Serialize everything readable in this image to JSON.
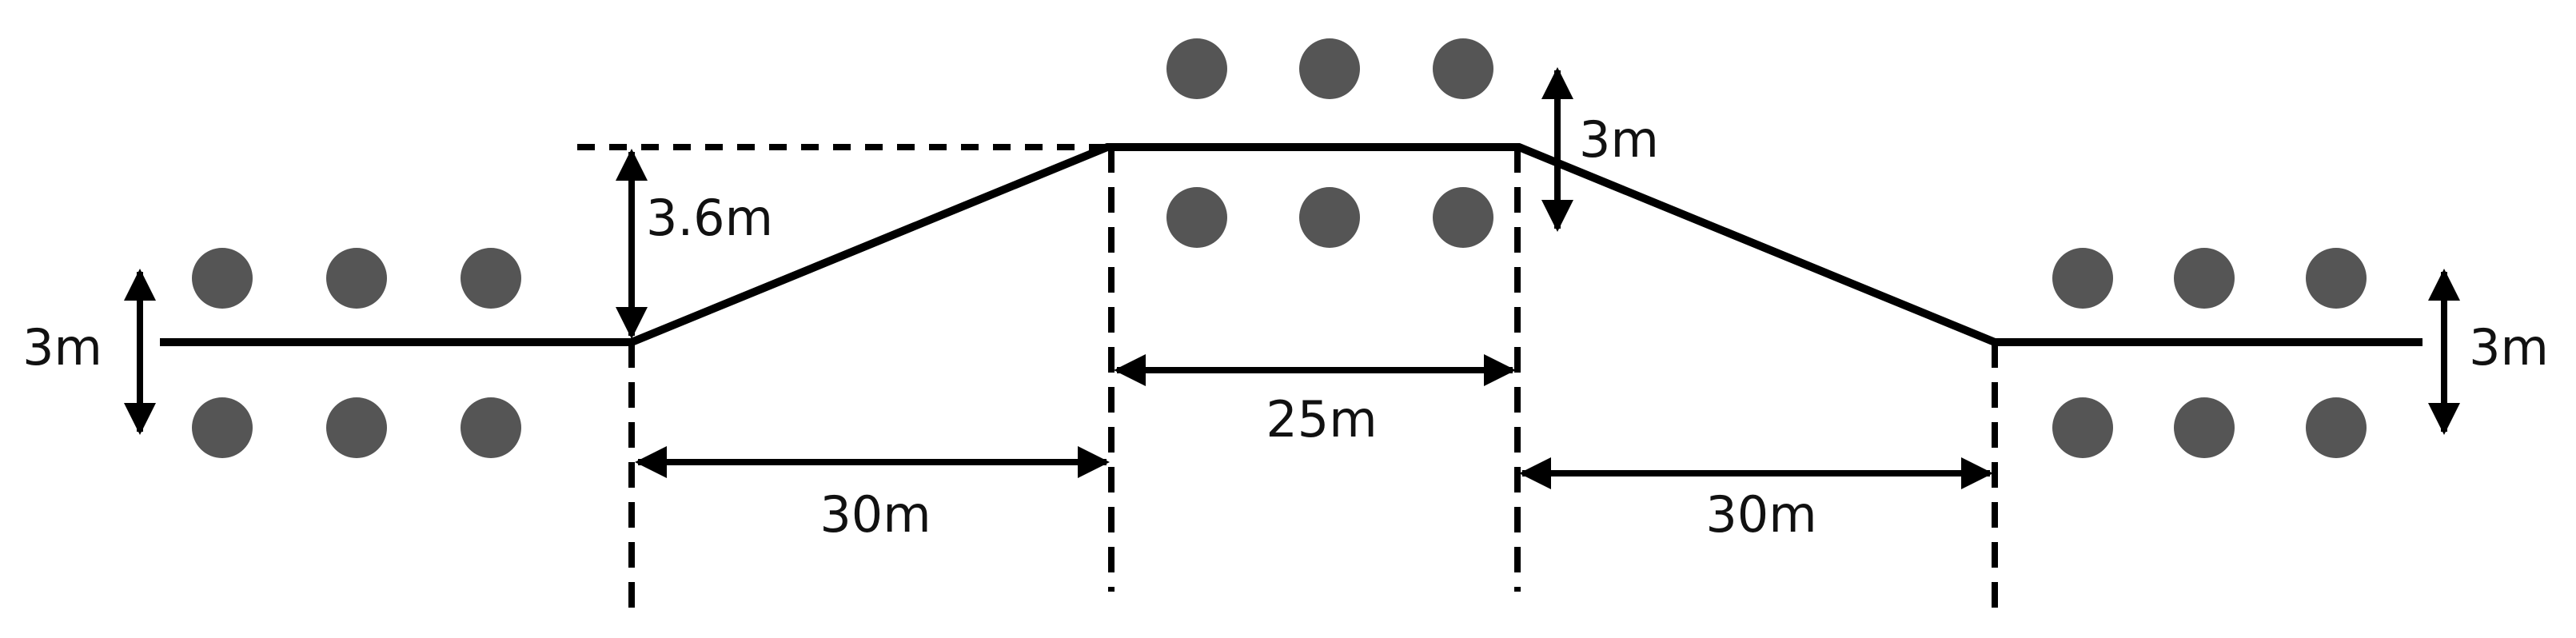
{
  "colors": {
    "line": "#000000",
    "dot": "#555555",
    "text": "#111111"
  },
  "labels": {
    "left_gap": "3m",
    "rise": "3.6m",
    "top_gap": "3m",
    "right_gap": "3m",
    "left_slope_length": "30m",
    "top_length": "25m",
    "right_slope_length": "30m"
  }
}
